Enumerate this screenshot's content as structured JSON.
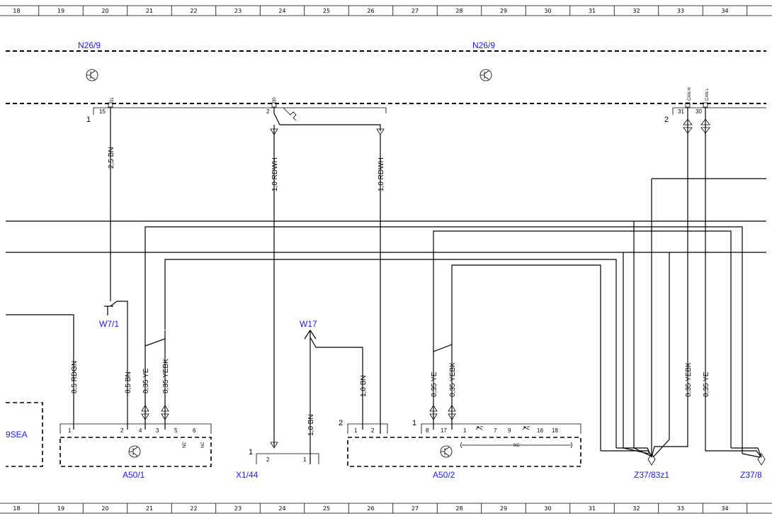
{
  "ruler": {
    "labels": [
      "18",
      "19",
      "20",
      "21",
      "22",
      "23",
      "24",
      "25",
      "26",
      "27",
      "28",
      "29",
      "30",
      "31",
      "32",
      "33",
      "34"
    ]
  },
  "components": {
    "n26_9_left": "N26/9",
    "n26_9_right": "N26/9",
    "w7_1": "W7/1",
    "w17": "W17",
    "a50_1": "A50/1",
    "x1_44": "X1/44",
    "a50_2": "A50/2",
    "z37_83z1": "Z37/83z1",
    "z37_8_cut": "Z37/8",
    "sea_cut": "9SEA"
  },
  "wire_labels": {
    "bn_2_5": "2,5 BN",
    "rdwh_left": "1,0 RDWH",
    "rdwh_right": "1,0 RDWH",
    "rdgn": "0,5 RDGN",
    "bn_0_5": "0,5 BN",
    "ye_a50_1": "0,35 YE",
    "yebk_a50_1": "0,35 YEBK",
    "bn_x1_44": "1,0 BN",
    "bn_a50_2": "1,0 BN",
    "ye_a50_2": "0,35 YE",
    "yebk_a50_2": "0,35 YEBK",
    "yebk_z37": "0,35 YEBK",
    "ye_z37": "0,35 YE"
  },
  "pins": {
    "n26_left_conn": "1",
    "n26_left_15": "15",
    "n26_left_31": "31",
    "n26_mid_conn": "2",
    "n26_mid_30": "30",
    "n26_right_conn": "2",
    "n26_right_31": "31",
    "n26_right_30": "30",
    "can_h": "CAN H",
    "can_l": "CAN L",
    "a50_1_p1": "1",
    "a50_1_p2": "2",
    "a50_1_p4": "4",
    "a50_1_p3": "3",
    "a50_1_p5": "5",
    "a50_1_p6": "6",
    "nc": "NC",
    "x1_44_conn": "1",
    "x1_44_p2": "2",
    "x1_44_p1": "1",
    "a50_2_conn_left": "2",
    "a50_2_p1": "1",
    "a50_2_p2": "2",
    "a50_2_conn_right": "1",
    "a50_2_p8": "8",
    "a50_2_p17": "17",
    "a50_2_q1": "1",
    "a50_2_q7": "7",
    "a50_2_q9": "9",
    "a50_2_q16": "16",
    "a50_2_q18": "18",
    "a50_2_nc": "NC"
  },
  "colors": {
    "component_label": "#1a1aff",
    "line": "#000000"
  }
}
